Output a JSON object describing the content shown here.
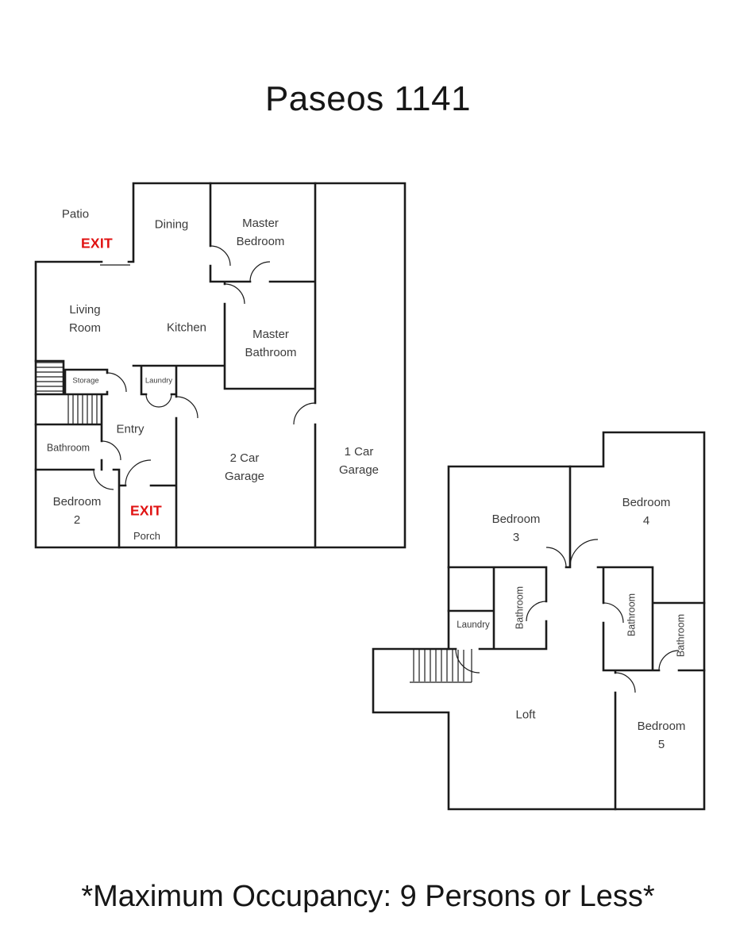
{
  "title": "Paseos 1141",
  "footer": "*Maximum Occupancy: 9 Persons or Less*",
  "colors": {
    "wall": "#1b1b1b",
    "label": "#3b3b3b",
    "exit": "#e01212",
    "background": "#ffffff"
  },
  "floor1": {
    "labels": {
      "patio": "Patio",
      "exit_patio": "EXIT",
      "dining": "Dining",
      "master_bedroom": "Master\nBedroom",
      "living_room": "Living\nRoom",
      "kitchen": "Kitchen",
      "master_bathroom": "Master\nBathroom",
      "storage": "Storage",
      "laundry": "Laundry",
      "entry": "Entry",
      "bathroom": "Bathroom",
      "bedroom2": "Bedroom\n2",
      "exit_porch": "EXIT",
      "porch": "Porch",
      "garage2": "2 Car\nGarage",
      "garage1": "1 Car\nGarage"
    }
  },
  "floor2": {
    "labels": {
      "bedroom3": "Bedroom\n3",
      "bedroom4": "Bedroom\n4",
      "bathroom_hall": "Bathroom",
      "laundry": "Laundry",
      "bathroom_middle": "Bathroom",
      "bathroom_right": "Bathroom",
      "loft": "Loft",
      "bedroom5": "Bedroom\n5"
    }
  }
}
